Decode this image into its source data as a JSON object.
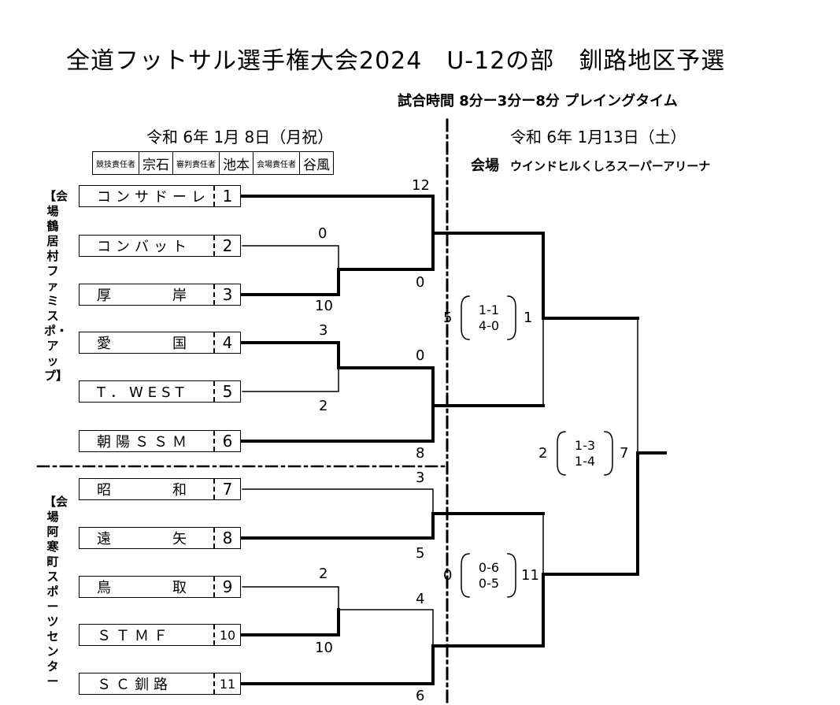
{
  "title": "全道フットサル選手権大会2024　U-12の部　釧路地区予選",
  "match_time": "試合時間 8分ー3分ー8分 プレイングタイム",
  "day1": {
    "date": "令和 6年 1月 8日（月祝）",
    "staff": [
      {
        "role": "競技責任者",
        "name": "宗石"
      },
      {
        "role": "審判責任者",
        "name": "池本"
      },
      {
        "role": "会場責任者",
        "name": "谷風"
      }
    ],
    "venue_a": "【会場 鶴居村ファミスポ・アップ】",
    "venue_b": "【会場 阿寒町スポーツセンター"
  },
  "day2": {
    "date": "令和 6年 1月13日（土）",
    "venue_label": "会場",
    "venue_name": "ウインドヒルくしろスーパーアリーナ"
  },
  "teams": [
    {
      "name": "コンサドーレ",
      "num": "1"
    },
    {
      "name": "コンバット",
      "num": "2"
    },
    {
      "name": "厚　　　岸",
      "num": "3"
    },
    {
      "name": "愛　　　国",
      "num": "4"
    },
    {
      "name": "T．WEST",
      "num": "5"
    },
    {
      "name": "朝陽ＳＳＭ",
      "num": "6"
    },
    {
      "name": "昭　　　和",
      "num": "7"
    },
    {
      "name": "遠　　　矢",
      "num": "8"
    },
    {
      "name": "鳥　　　取",
      "num": "9"
    },
    {
      "name": "ＳＴＭＦ",
      "num": "10"
    },
    {
      "name": "ＳＣ釧路",
      "num": "11"
    }
  ],
  "scores": {
    "s12": "12",
    "s0a": "0",
    "s0b": "0",
    "s10a": "10",
    "s3a": "3",
    "s0c": "0",
    "s2a": "2",
    "s8": "8",
    "s3b": "3",
    "s5": "5",
    "s2b": "2",
    "s4": "4",
    "s10b": "10",
    "s6": "6",
    "sf1_left": "5",
    "sf1_right": "1",
    "sf1_pk1": "1-1",
    "sf1_pk2": "4-0",
    "sf2_left": "0",
    "sf2_right": "11",
    "sf2_pk1": "0-6",
    "sf2_pk2": "0-5",
    "f_left": "2",
    "f_right": "7",
    "f_pk1": "1-3",
    "f_pk2": "1-4"
  }
}
